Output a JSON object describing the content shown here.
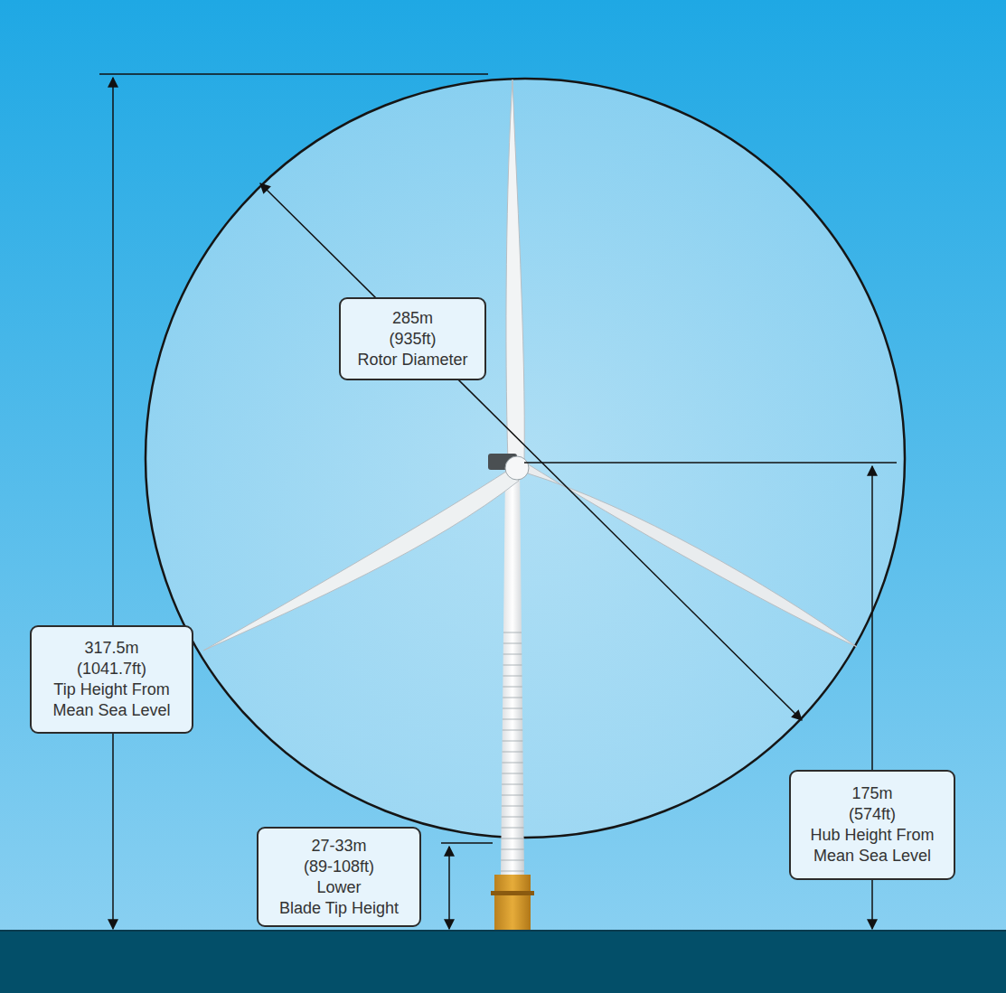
{
  "diagram": {
    "nodes": [
      {
        "text": [
          "285m",
          "(935ft)",
          "Rotor Diameter"
        ]
      },
      {
        "text": [
          "317.5m",
          "(1041.7ft)",
          "Tip Height From Mean Sea Level"
        ]
      },
      {
        "text": [
          "175m",
          "(574ft)",
          "Hub Height From Mean Sea Level"
        ]
      },
      {
        "text": [
          "27-33m",
          "(89-108ft)",
          "Lower",
          "Blade Tip Height"
        ]
      }
    ]
  }
}
